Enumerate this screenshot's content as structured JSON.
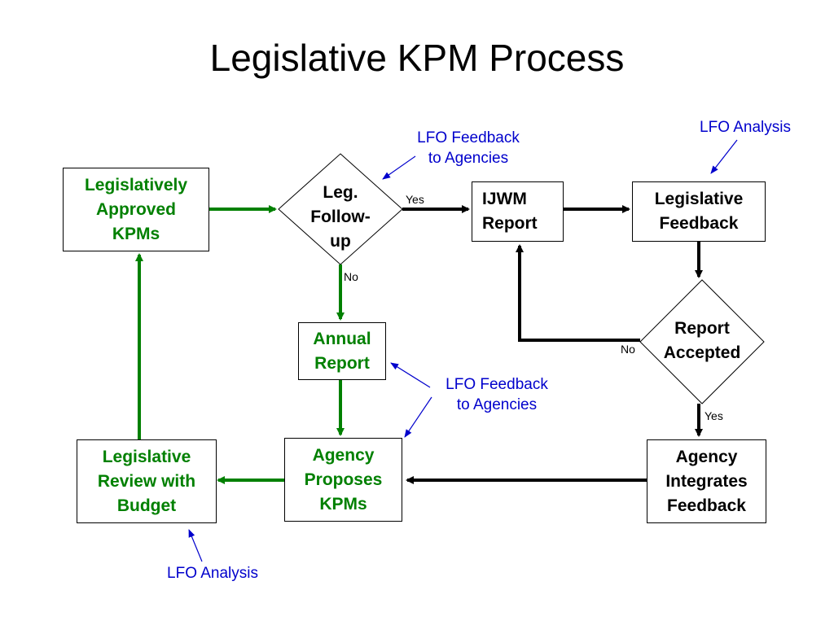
{
  "title": "Legislative KPM Process",
  "nodes": {
    "approved": "Legislatively\nApproved\nKPMs",
    "leg_followup": "Leg.\nFollow-\nup",
    "ijwm": "IJWM\nReport",
    "leg_feedback": "Legislative\nFeedback",
    "report_accepted": "Report\nAccepted",
    "annual_report": "Annual\nReport",
    "agency_integrates": "Agency\nIntegrates\nFeedback",
    "agency_proposes": "Agency\nProposes\nKPMs",
    "leg_review": "Legislative\nReview with\nBudget"
  },
  "edge_labels": {
    "followup_yes": "Yes",
    "followup_no": "No",
    "accepted_no": "No",
    "accepted_yes": "Yes"
  },
  "annotations": {
    "lfo_feedback_top": "LFO Feedback\nto Agencies",
    "lfo_analysis_top": "LFO Analysis",
    "lfo_feedback_mid": "LFO Feedback\nto Agencies",
    "lfo_analysis_bottom": "LFO Analysis"
  },
  "colors": {
    "green_flow": "#008000",
    "black_flow": "#000000",
    "annotation_blue": "#0000cc"
  }
}
